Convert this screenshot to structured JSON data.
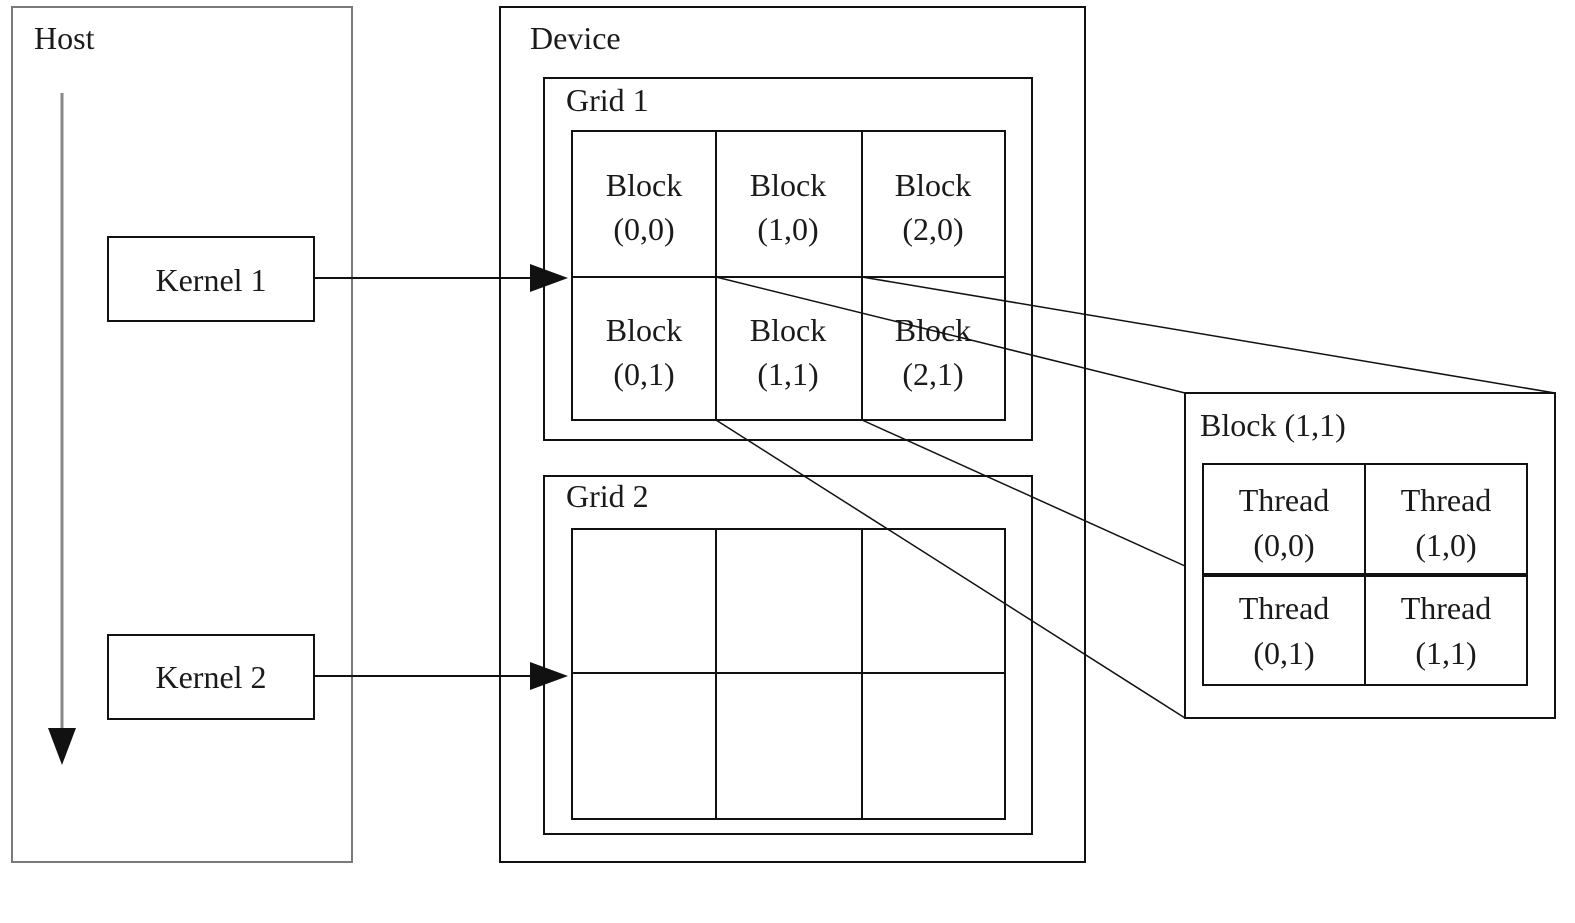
{
  "host": {
    "title": "Host",
    "kernels": [
      {
        "label": "Kernel 1"
      },
      {
        "label": "Kernel 2"
      }
    ]
  },
  "device": {
    "title": "Device",
    "grids": [
      {
        "title": "Grid 1",
        "blocks": [
          {
            "line1": "Block",
            "line2": "(0,0)"
          },
          {
            "line1": "Block",
            "line2": "(1,0)"
          },
          {
            "line1": "Block",
            "line2": "(2,0)"
          },
          {
            "line1": "Block",
            "line2": "(0,1)"
          },
          {
            "line1": "Block",
            "line2": "(1,1)"
          },
          {
            "line1": "Block",
            "line2": "(2,1)"
          }
        ]
      },
      {
        "title": "Grid 2",
        "blocks": [
          {
            "line1": "",
            "line2": ""
          },
          {
            "line1": "",
            "line2": ""
          },
          {
            "line1": "",
            "line2": ""
          },
          {
            "line1": "",
            "line2": ""
          },
          {
            "line1": "",
            "line2": ""
          },
          {
            "line1": "",
            "line2": ""
          }
        ]
      }
    ]
  },
  "block_detail": {
    "title": "Block (1,1)",
    "threads": [
      {
        "line1": "Thread",
        "line2": "(0,0)"
      },
      {
        "line1": "Thread",
        "line2": "(1,0)"
      },
      {
        "line1": "Thread",
        "line2": "(0,1)"
      },
      {
        "line1": "Thread",
        "line2": "(1,1)"
      }
    ]
  }
}
